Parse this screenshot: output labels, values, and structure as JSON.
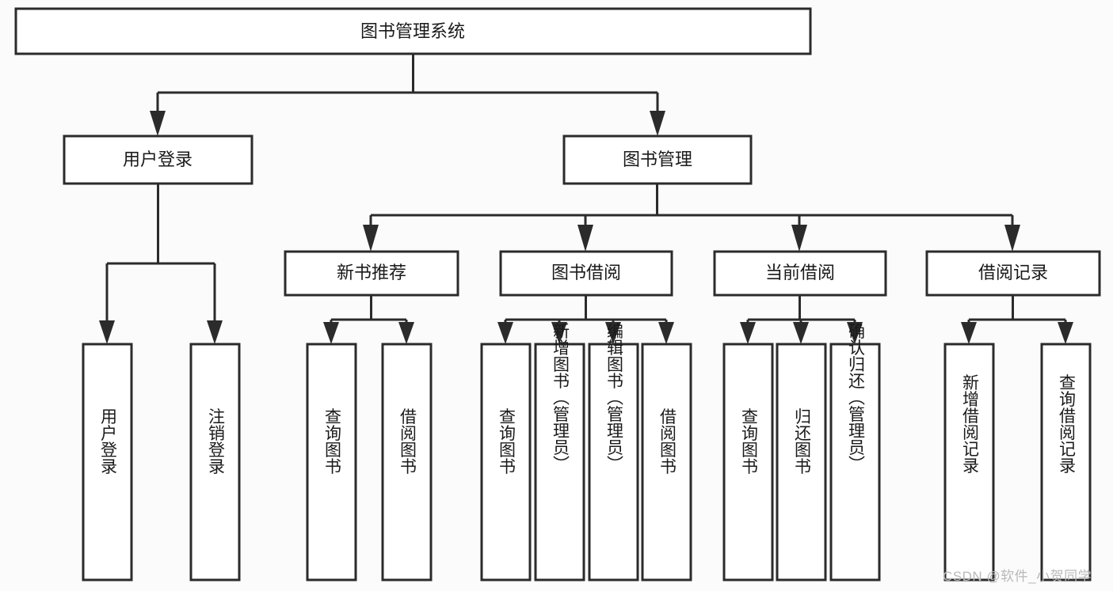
{
  "diagram": {
    "title": "图书管理系统",
    "type": "tree",
    "orientation": "top-down",
    "colors": {
      "background": "#fbfbfb",
      "box_fill": "#ffffff",
      "line": "#2b2b2b",
      "text": "#1a1a1a",
      "watermark": "#b9b9b9"
    },
    "root": {
      "label": "图书管理系统"
    },
    "level1": [
      {
        "label": "用户登录"
      },
      {
        "label": "图书管理"
      }
    ],
    "level2": [
      {
        "label": "新书推荐"
      },
      {
        "label": "图书借阅"
      },
      {
        "label": "当前借阅"
      },
      {
        "label": "借阅记录"
      }
    ],
    "leaves": {
      "user_login": [
        {
          "label": "用户登录"
        },
        {
          "label": "注销登录"
        }
      ],
      "new_book_recommend": [
        {
          "label": "查询图书"
        },
        {
          "label": "借阅图书"
        }
      ],
      "book_borrow": [
        {
          "label": "查询图书"
        },
        {
          "label": "新增图书（管理员）"
        },
        {
          "label": "编辑图书（管理员）"
        },
        {
          "label": "借阅图书"
        }
      ],
      "current_borrow": [
        {
          "label": "查询图书"
        },
        {
          "label": "归还图书"
        },
        {
          "label": "确认归还（管理员）"
        }
      ],
      "borrow_record": [
        {
          "label": "新增借阅记录"
        },
        {
          "label": "查询借阅记录"
        }
      ]
    }
  },
  "watermark": {
    "text": "CSDN @软件_小贺同学"
  }
}
